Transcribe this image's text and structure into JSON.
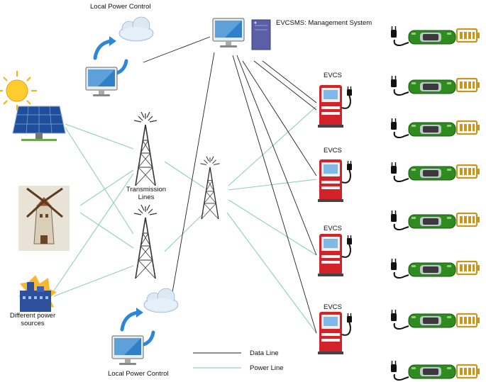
{
  "labels": {
    "local_power_control_top": "Local Power Control",
    "local_power_control_bottom": "Local Power Control",
    "evcsms": "EVCSMS: Management System",
    "transmission_lines": "Transmission Lines",
    "different_power_sources": "Different power sources",
    "evcs": [
      "EVCS",
      "EVCS",
      "EVCS",
      "EVCS"
    ]
  },
  "legend": {
    "data_line": "Data Line",
    "power_line": "Power Line"
  },
  "colors": {
    "data_line": "#222222",
    "power_line": "#8fd0b4",
    "car_body": "#2e8b1e",
    "battery": "#c8961e",
    "charger": "#d2232a",
    "cloud": "#dbe9f5",
    "arrow": "#2f86d6"
  },
  "icons": [
    "sun-icon",
    "solar-panel-icon",
    "windmill-icon",
    "factory-icon",
    "tower-icon",
    "cloud-icon",
    "computer-icon",
    "server-icon",
    "charger-icon",
    "car-icon",
    "battery-icon"
  ]
}
